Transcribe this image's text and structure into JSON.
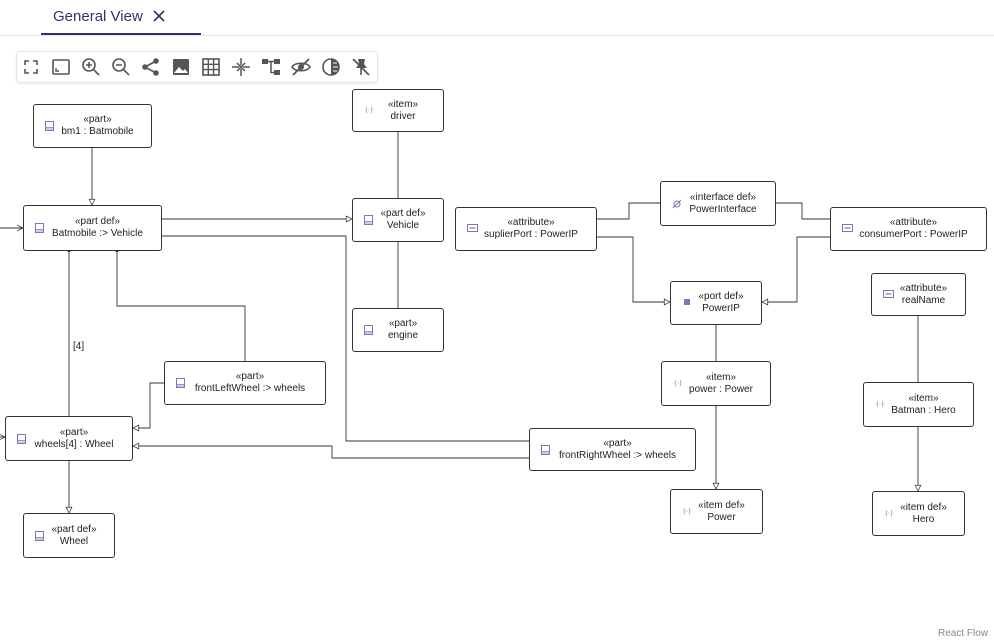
{
  "tab": {
    "label": "General View"
  },
  "toolbar": {
    "buttons": [
      {
        "name": "fit-view-button",
        "icon": "fullscreen-icon"
      },
      {
        "name": "fit-selection-button",
        "icon": "frame-icon"
      },
      {
        "name": "zoom-in-button",
        "icon": "zoom-in-icon"
      },
      {
        "name": "zoom-out-button",
        "icon": "zoom-out-icon"
      },
      {
        "name": "share-button",
        "icon": "share-icon"
      },
      {
        "name": "export-image-button",
        "icon": "image-icon"
      },
      {
        "name": "grid-button",
        "icon": "grid-icon"
      },
      {
        "name": "arrange-button",
        "icon": "arrange-icon"
      },
      {
        "name": "layout-tree-button",
        "icon": "hierarchy-icon"
      },
      {
        "name": "hide-button",
        "icon": "eye-off-icon"
      },
      {
        "name": "contrast-button",
        "icon": "contrast-icon"
      },
      {
        "name": "unpin-button",
        "icon": "pin-off-icon"
      }
    ]
  },
  "nodes": {
    "bm1": {
      "stereo": "«part»",
      "name": "bm1 : Batmobile",
      "kind": "part"
    },
    "batmobile": {
      "stereo": "«part def»",
      "name": "Batmobile :> Vehicle",
      "kind": "part"
    },
    "item_driver": {
      "stereo": "«item»",
      "name": "driver",
      "kind": "item"
    },
    "vehicle": {
      "stereo": "«part def»",
      "name": "Vehicle",
      "kind": "part"
    },
    "engine": {
      "stereo": "«part»",
      "name": "engine",
      "kind": "part"
    },
    "front_left": {
      "stereo": "«part»",
      "name": "frontLeftWheel :> wheels",
      "kind": "part"
    },
    "wheels": {
      "stereo": "«part»",
      "name": "wheels[4] : Wheel",
      "kind": "part"
    },
    "wheel_def": {
      "stereo": "«part def»",
      "name": "Wheel",
      "kind": "part"
    },
    "front_right": {
      "stereo": "«part»",
      "name": "frontRightWheel :> wheels",
      "kind": "part"
    },
    "suplier_port": {
      "stereo": "«attribute»",
      "name": "suplierPort : PowerIP",
      "kind": "attribute"
    },
    "power_interface": {
      "stereo": "«interface def»",
      "name": "PowerInterface",
      "kind": "interface"
    },
    "consumer_port": {
      "stereo": "«attribute»",
      "name": "consumerPort : PowerIP",
      "kind": "attribute"
    },
    "power_ip": {
      "stereo": "«port def»",
      "name": "PowerIP",
      "kind": "port"
    },
    "power_item": {
      "stereo": "«item»",
      "name": "power : Power",
      "kind": "item"
    },
    "power_def": {
      "stereo": "«item def»",
      "name": "Power",
      "kind": "item"
    },
    "real_name": {
      "stereo": "«attribute»",
      "name": "realName",
      "kind": "attribute"
    },
    "batman": {
      "stereo": "«item»",
      "name": "Batman : Hero",
      "kind": "item"
    },
    "hero_def": {
      "stereo": "«item def»",
      "name": "Hero",
      "kind": "item"
    }
  },
  "edge_labels": {
    "wheels_multiplicity": "[4]"
  },
  "attribution": "React Flow",
  "colors": {
    "accent": "#3a2e6b",
    "icon": "#7b77b5",
    "edge": "#333333"
  }
}
